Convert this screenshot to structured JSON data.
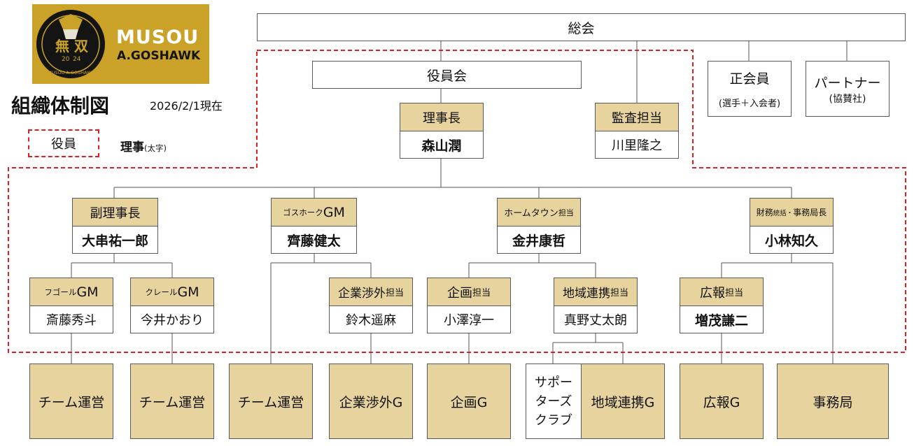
{
  "header": {
    "title": "組織体制図",
    "date": "2026/2/1現在",
    "logo": {
      "line1": "MUSOU",
      "line2": "A.GOSHAWK",
      "emblem_text": "無 双",
      "ring_text": "MUSOU A.GOSHAWK F.C.",
      "year_left": "20",
      "year_right": "24"
    }
  },
  "legend": {
    "officer_label": "役員",
    "director_label": "理事",
    "director_note": "(太字)"
  },
  "top": {
    "assembly": "総会",
    "board": "役員会",
    "regular_member": {
      "title": "正会員",
      "sub": "(選手＋入会者)"
    },
    "partner": {
      "title": "パートナー",
      "sub": "(協賛社)"
    }
  },
  "chair": {
    "role": "理事長",
    "name": "森山潤"
  },
  "auditor": {
    "role": "監査担当",
    "name": "川里隆之"
  },
  "vice": {
    "role": "副理事長",
    "name": "大串祐一郎"
  },
  "goshawk": {
    "role_small": "ゴスホーク",
    "role_big": "GM",
    "name": "齊藤健太"
  },
  "hometown": {
    "role_main": "ホームタウン",
    "role_small": "担当",
    "name": "金井康哲"
  },
  "finance": {
    "role_main": "財務",
    "role_small1": "統括・",
    "role_main2": "事務局長",
    "name": "小林知久"
  },
  "fgoal": {
    "role_small": "フゴール",
    "role_big": "GM",
    "name": "斎藤秀斗"
  },
  "crele": {
    "role_small": "クレール",
    "role_big": "GM",
    "name": "今井かおり"
  },
  "corp": {
    "role_main": "企業渉外",
    "role_small": "担当",
    "name": "鈴木遥麻"
  },
  "plan": {
    "role_main": "企画",
    "role_small": "担当",
    "name": "小澤淳一"
  },
  "region": {
    "role_main": "地域連携",
    "role_small": "担当",
    "name": "真野丈太朗"
  },
  "pr": {
    "role_main": "広報",
    "role_small": "担当",
    "name": "増茂謙二"
  },
  "groups": {
    "team1": "チーム運営",
    "team2": "チーム運営",
    "team3": "チーム運営",
    "corp_g": "企業渉外G",
    "plan_g": "企画G",
    "supporters": [
      "サポー",
      "ターズ",
      "クラブ"
    ],
    "region_g": "地域連携G",
    "pr_g": "広報G",
    "office": "事務局"
  },
  "colors": {
    "gold_fill": "#e7d39d",
    "dash_red": "#e02020",
    "logo_gold": "#c9a227"
  }
}
